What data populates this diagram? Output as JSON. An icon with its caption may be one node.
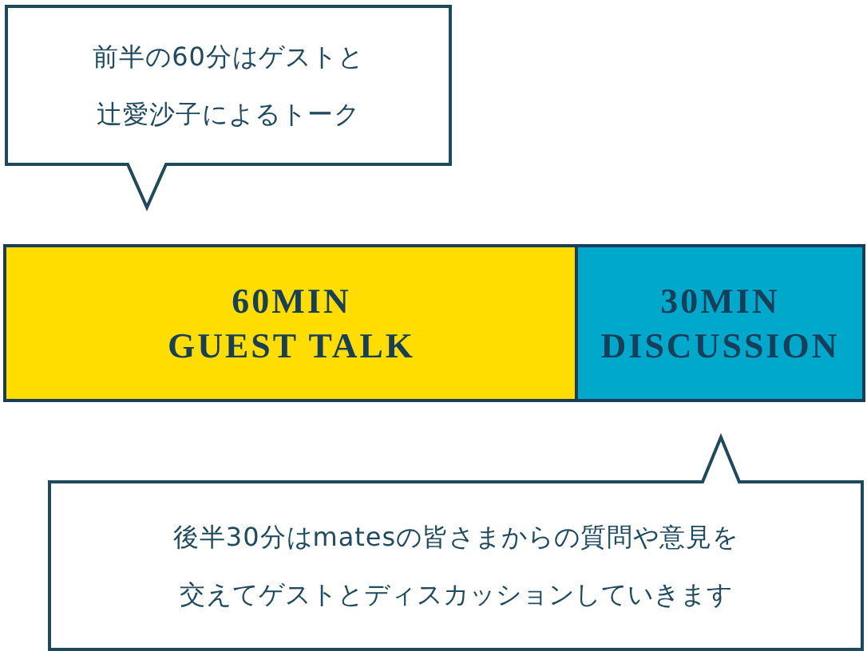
{
  "diagram": {
    "nodes": [
      {
        "text": [
          "前半の60分はゲストと辻愛沙子によるトーク"
        ]
      },
      {
        "text": [
          "60MIN",
          "GUEST TALK"
        ]
      },
      {
        "text": [
          "30MIN",
          "DISCUSSION"
        ]
      },
      {
        "text": [
          "後半30分はmatesの皆さまからの質問や意見を交えてゲストとディスカッションしていきます"
        ]
      }
    ]
  }
}
